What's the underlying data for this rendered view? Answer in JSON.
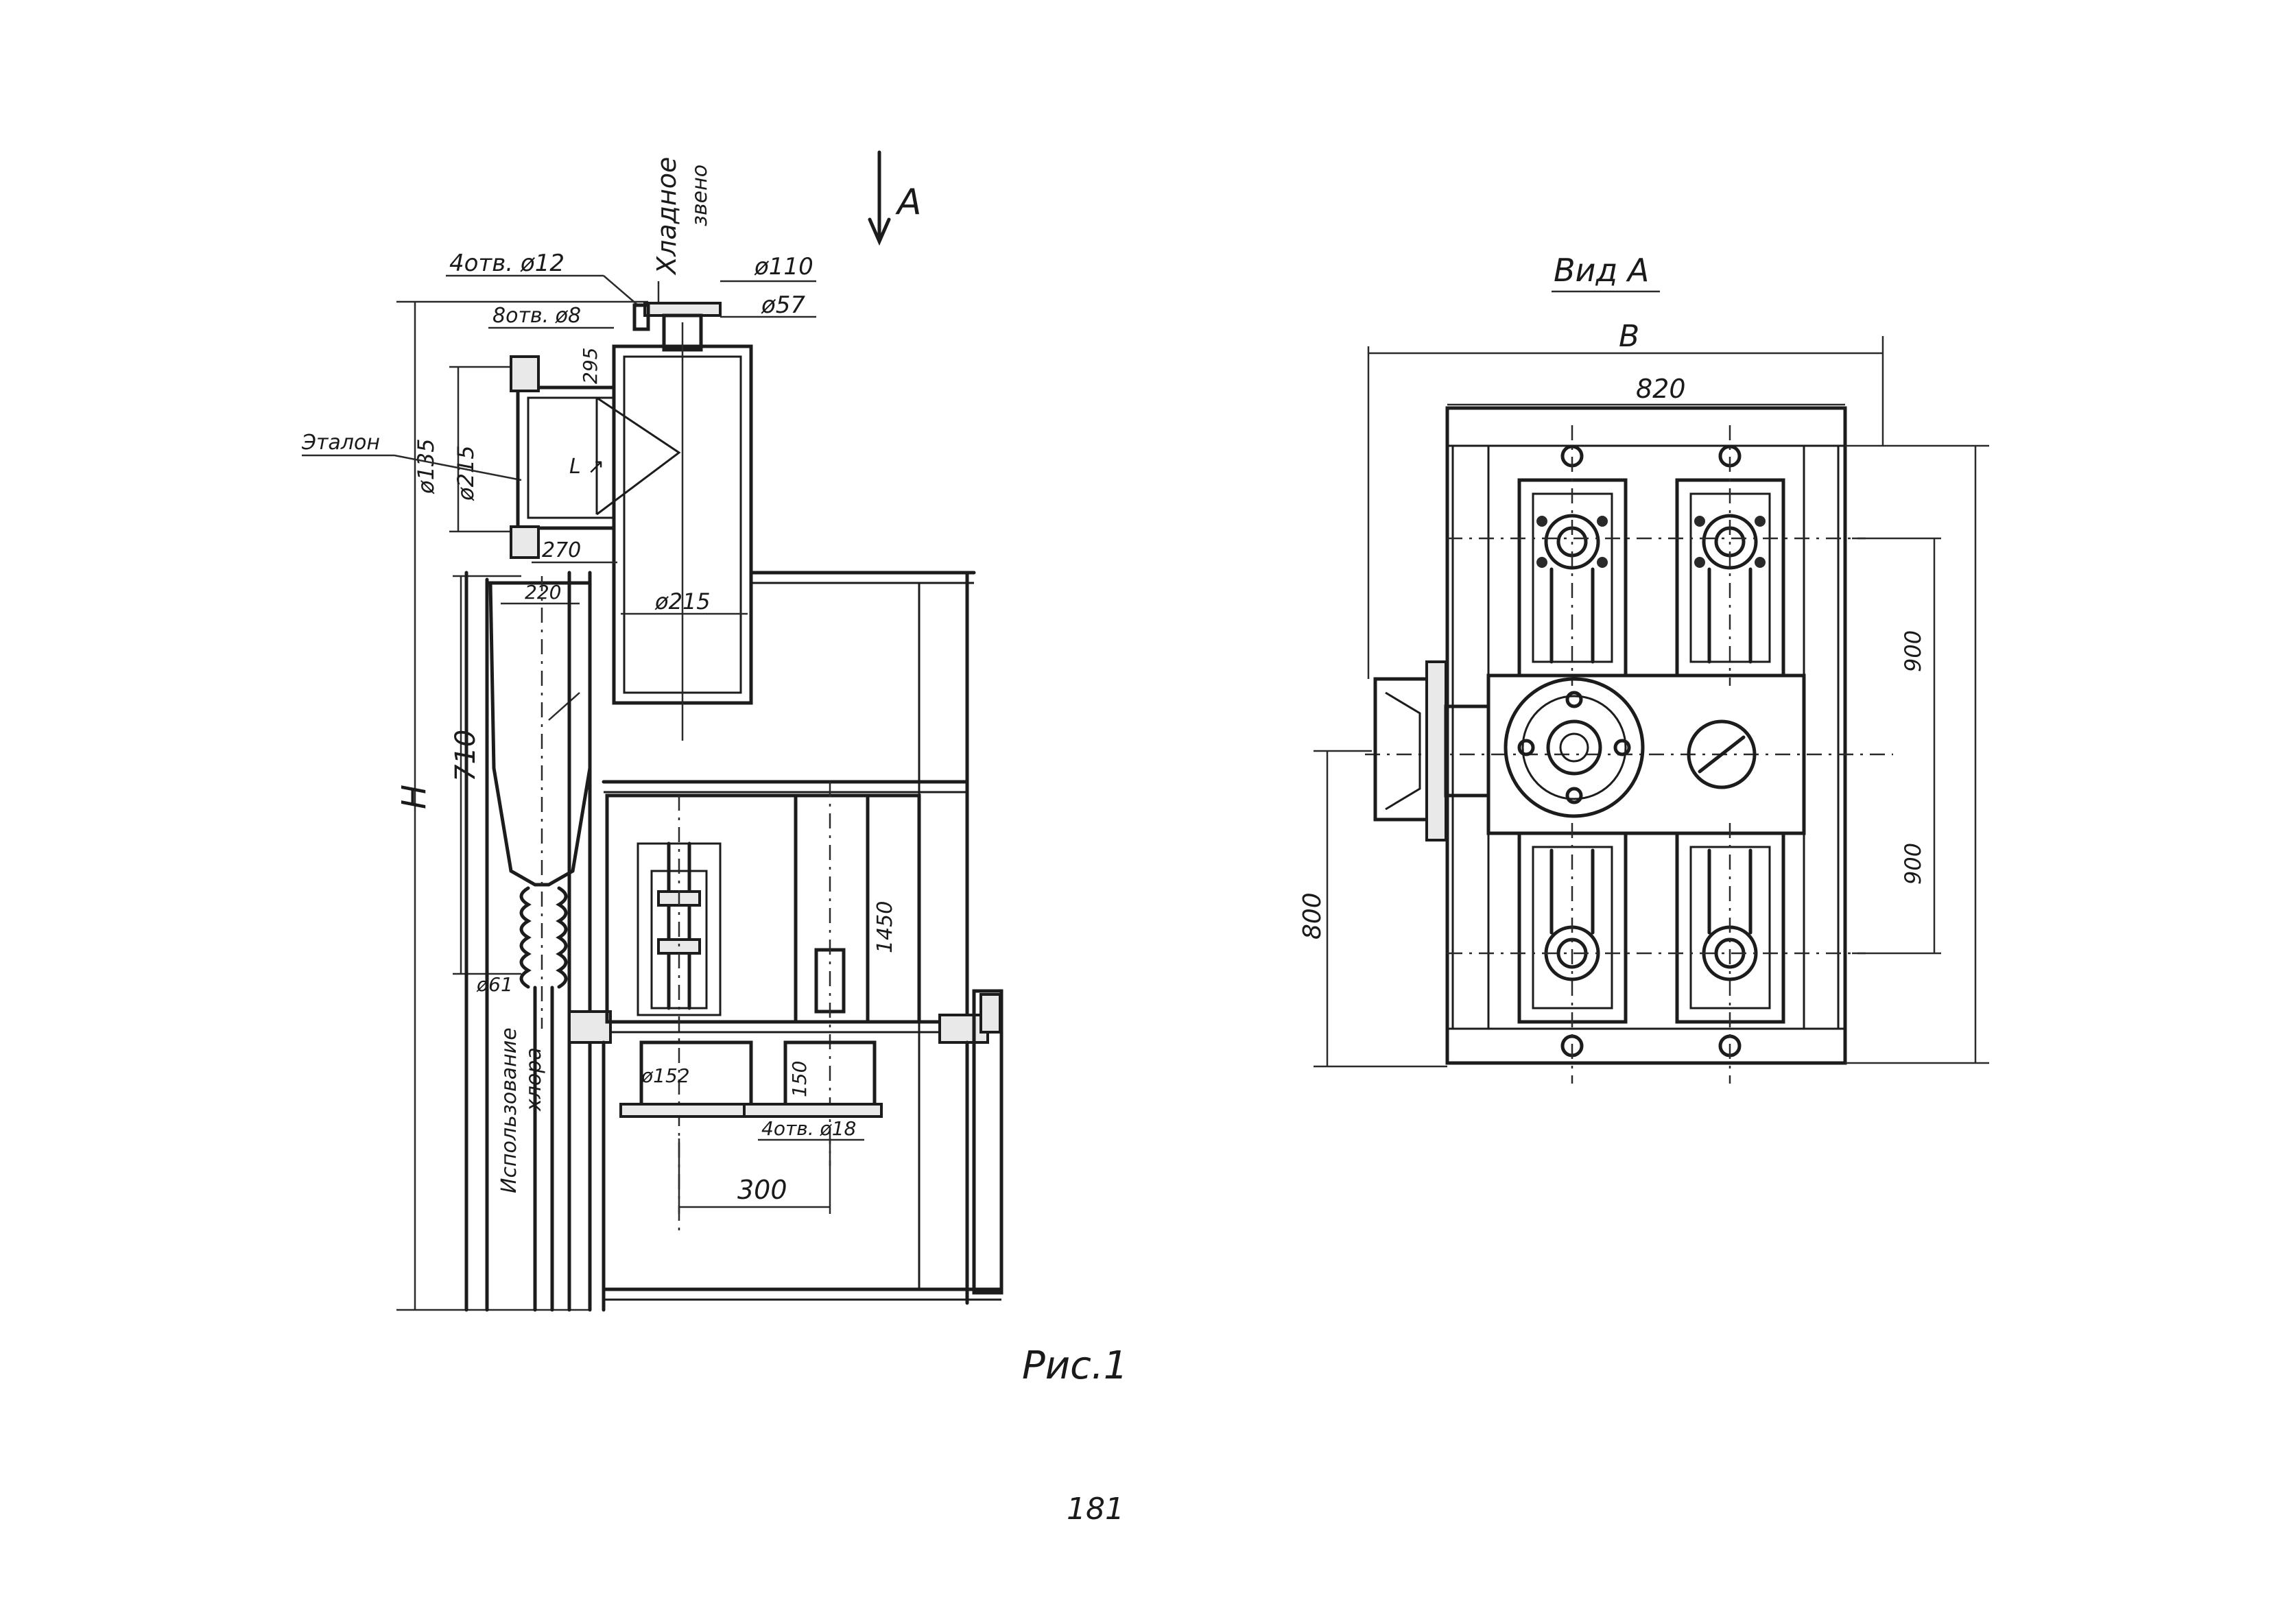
{
  "view_arrow_label": "A",
  "view_title": "Вид А",
  "figure_caption": "Рис.1",
  "page_number": "181",
  "left_view": {
    "label_top_vertical": "Хладное",
    "label_top_vertical_2": "звено",
    "label_cap": "4отв. ø12",
    "label_top_diam_1": "ø110",
    "label_top_diam_2": "ø57",
    "label_small_holes": "8отв. ø8",
    "label_dim_295": "295",
    "label_side": "Эталон",
    "label_vert_1": "ø135",
    "label_vert_2": "ø215",
    "label_dim_270": "270",
    "label_dim_220": "220",
    "label_diam_215": "ø215",
    "label_dim_H": "H",
    "label_dim_710": "710",
    "label_diam_61": "ø61",
    "label_bottom_vertical": "Использование",
    "label_bottom_vertical_2": "хлора",
    "label_dim_1450": "1450",
    "label_diam_152": "ø152",
    "label_dim_150": "150",
    "label_bottom_holes": "4отв. ø18",
    "label_dim_300": "300"
  },
  "right_view": {
    "label_dim_B": "B",
    "label_dim_820": "820",
    "label_dim_900_top": "900",
    "label_dim_900_bottom": "900",
    "label_dim_800": "800"
  }
}
